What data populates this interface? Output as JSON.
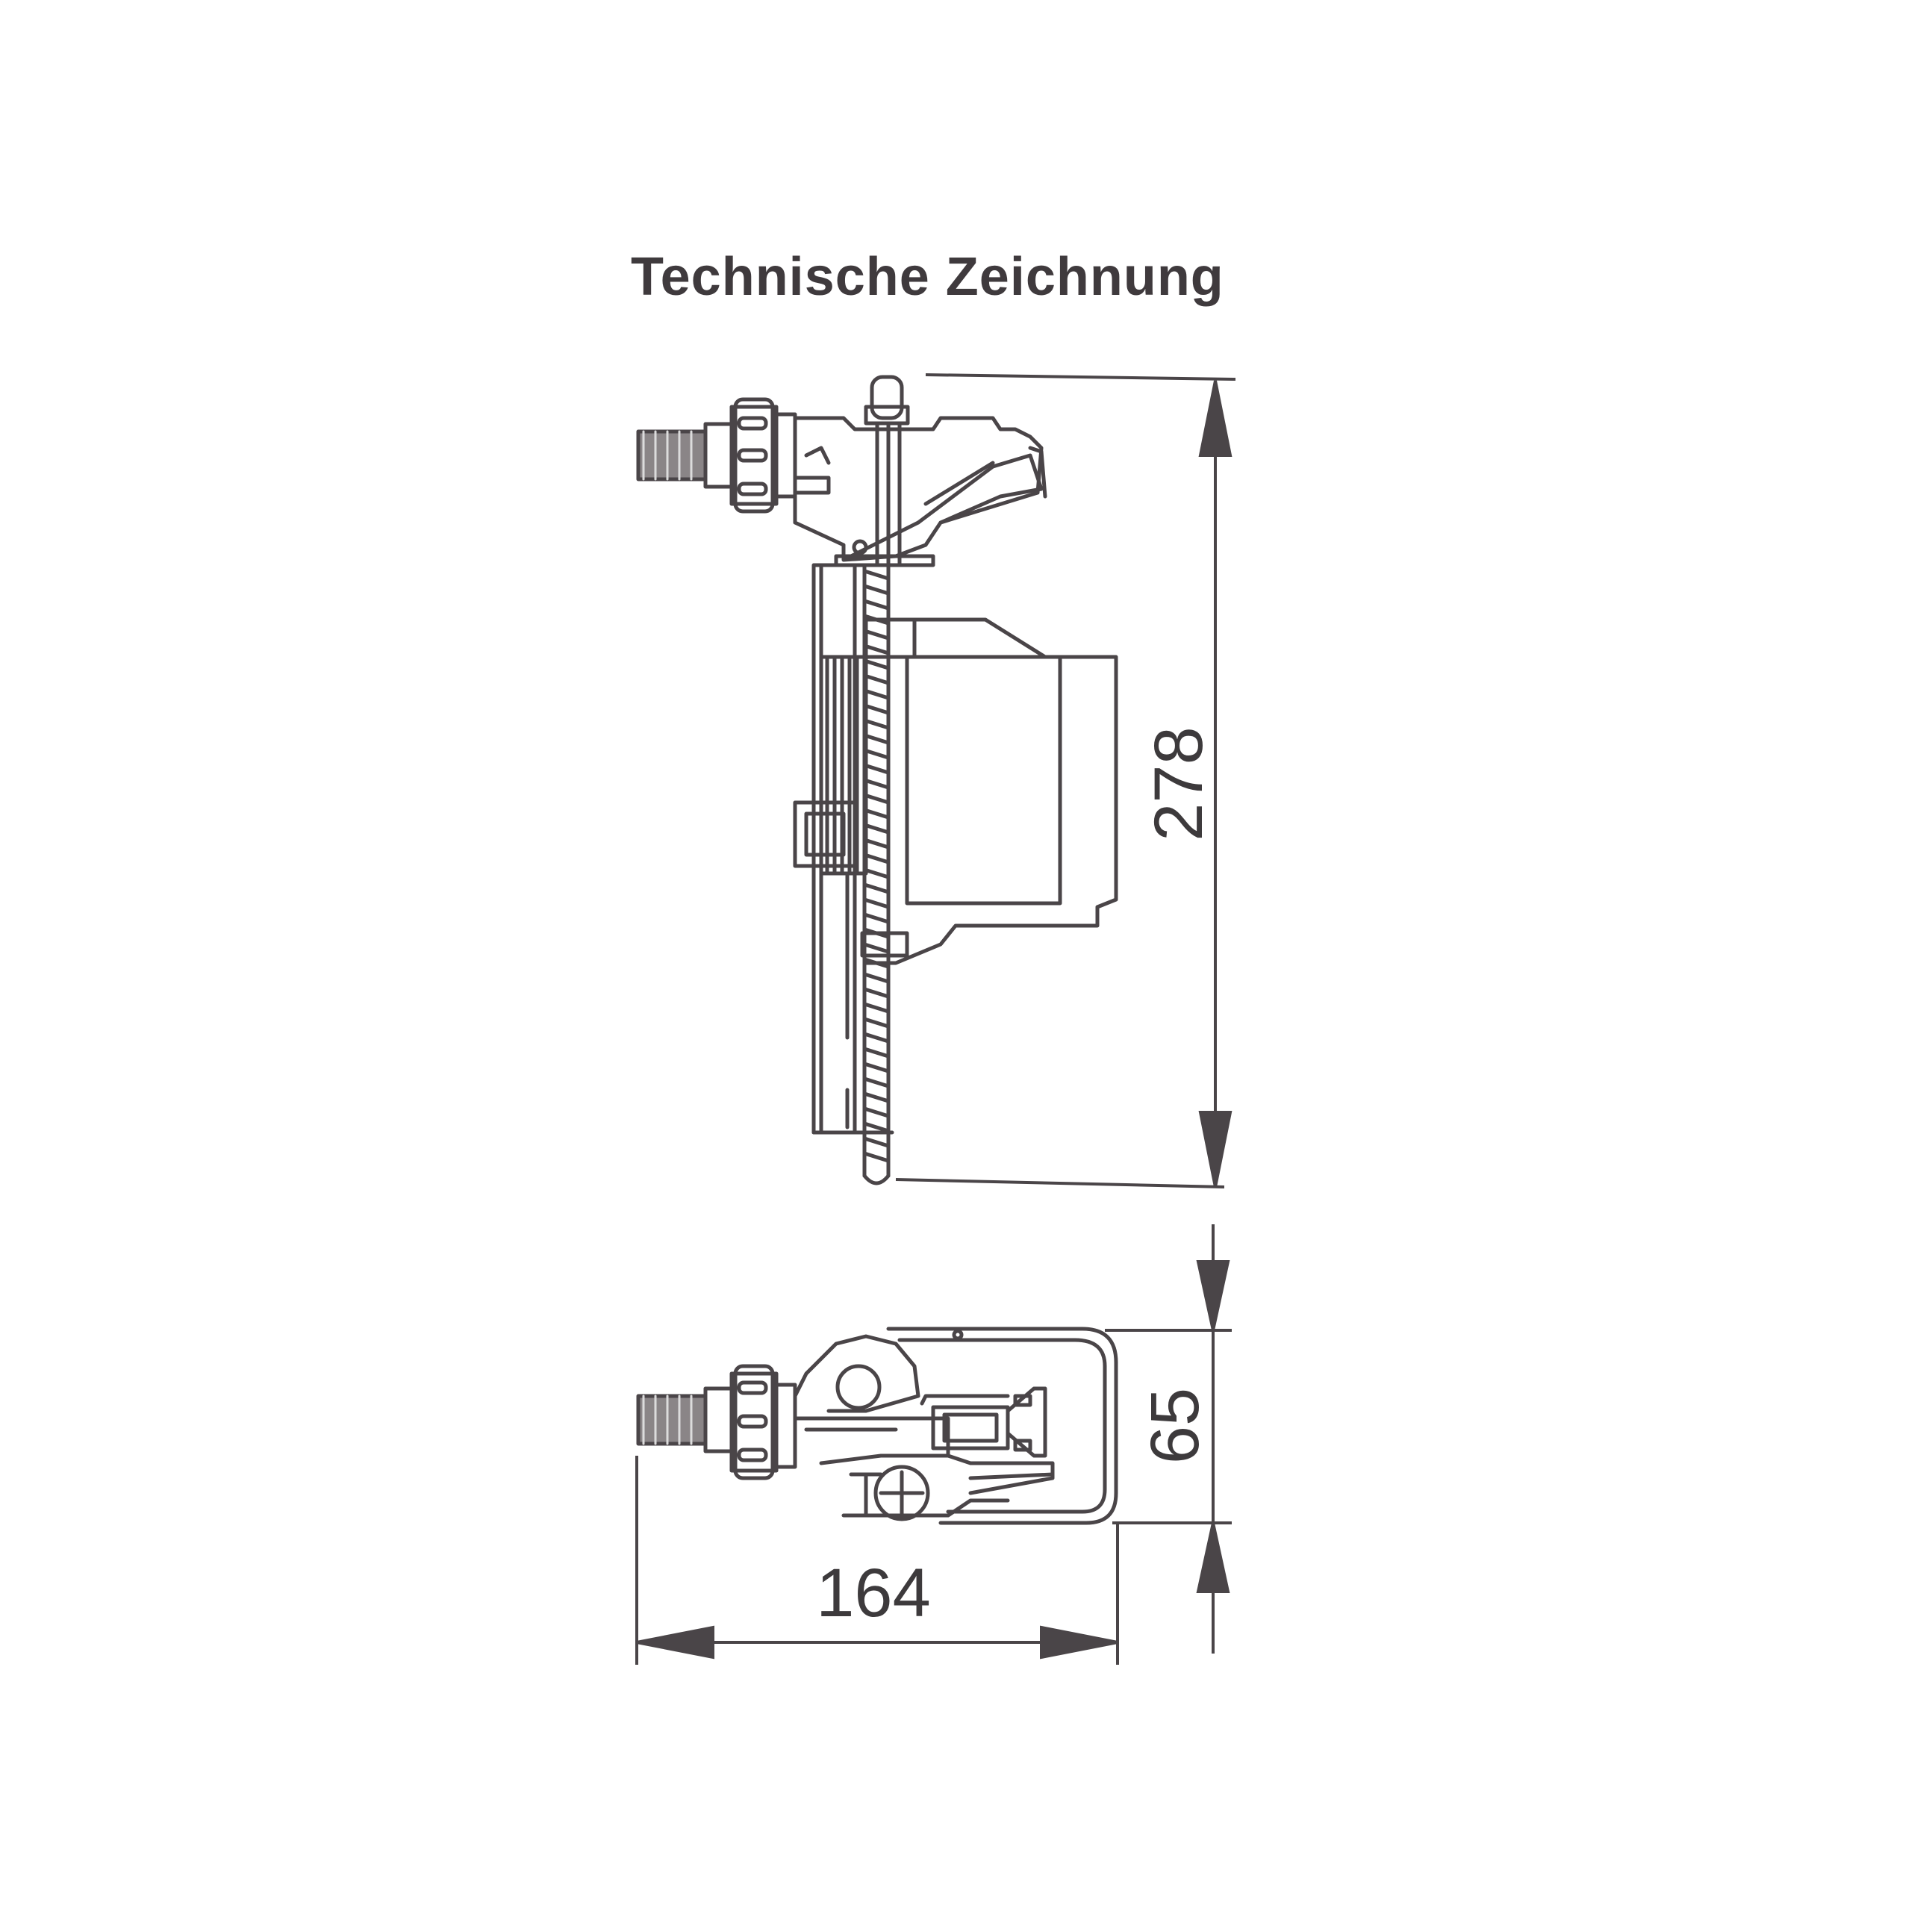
{
  "title": "Technische Zeichnung",
  "dimensions": {
    "height": "278",
    "depth": "65",
    "width": "164"
  },
  "colors": {
    "line": "#4a4548",
    "text": "#3d3a3c",
    "background": "#ffffff"
  }
}
